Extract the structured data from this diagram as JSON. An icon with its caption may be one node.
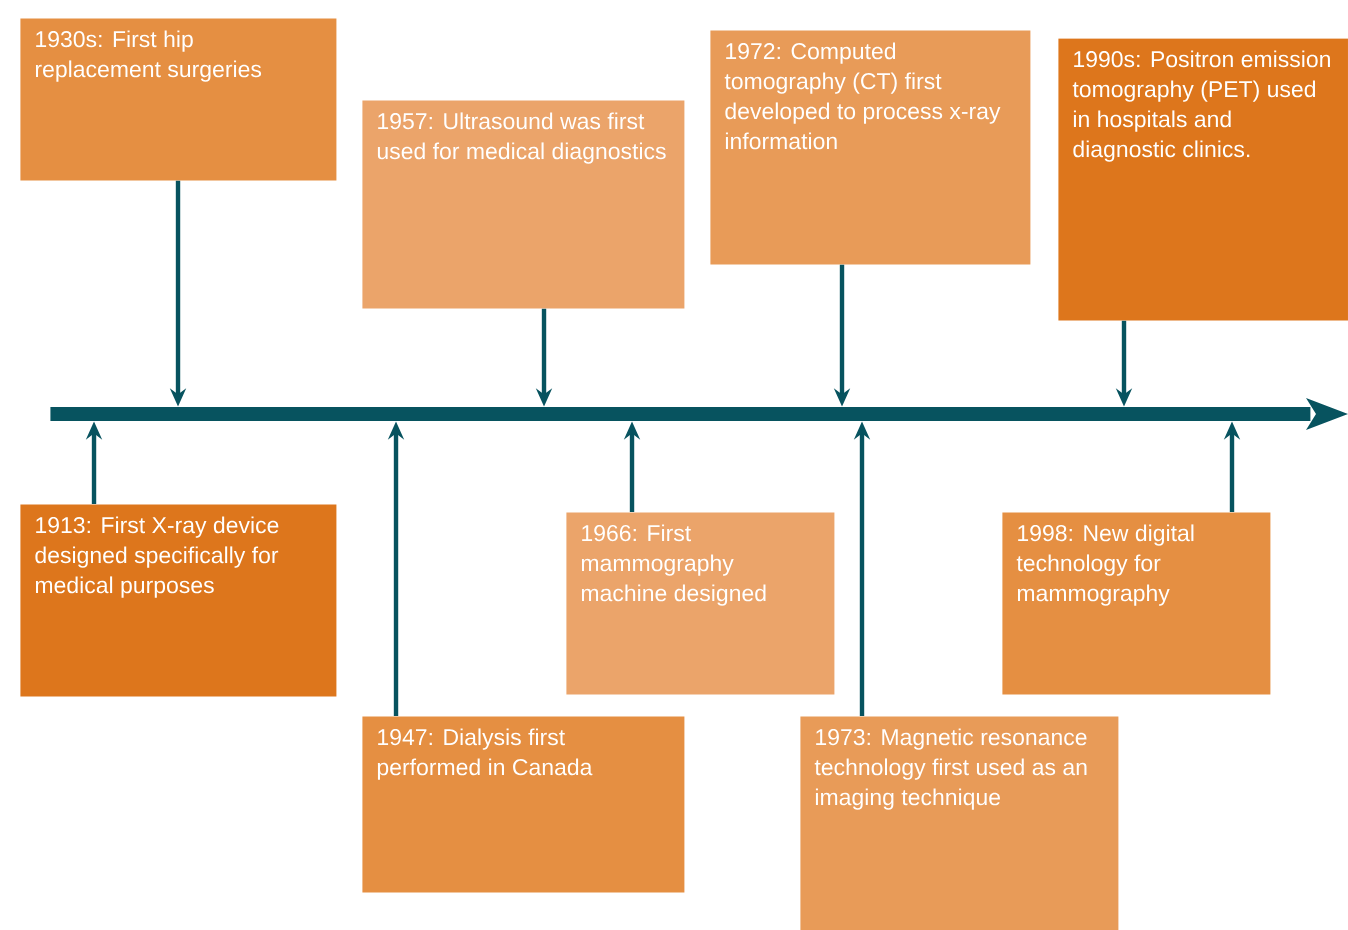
{
  "diagram": {
    "nodes": [
      {
        "text": [
          "1930s: First hip replacement surgeries"
        ]
      },
      {
        "text": [
          "1957: Ultrasound was first used for medical diagnostics"
        ]
      },
      {
        "text": [
          "1972: Computed tomography (CT) first developed to process x-ray information"
        ]
      },
      {
        "text": [
          "1990s: Positron emission tomography (PET) used in hospitals and diagnostic clinics."
        ]
      },
      {
        "text": [
          "1913: First X-ray device designed specifically for medical purposes"
        ]
      },
      {
        "text": [
          "1947: Dialysis first performed in Canada"
        ]
      },
      {
        "text": [
          "1966: First mammography machine designed"
        ]
      },
      {
        "text": [
          "1973: Magnetic resonance technology first used as an imaging technique"
        ]
      },
      {
        "text": [
          "1998: New digital technology for mammography"
        ]
      },
      {
        "text": [],
        "shape": "bar"
      }
    ],
    "edges": [
      {
        "from": 0,
        "to": 9,
        "arrow": "to"
      },
      {
        "from": 1,
        "to": 9,
        "arrow": "to"
      },
      {
        "from": 2,
        "to": 9,
        "arrow": "to"
      },
      {
        "from": 3,
        "to": 9,
        "arrow": "to"
      },
      {
        "from": 4,
        "to": 9,
        "arrow": "to"
      },
      {
        "from": 5,
        "to": 9,
        "arrow": "to"
      },
      {
        "from": 6,
        "to": 9,
        "arrow": "to"
      },
      {
        "from": 7,
        "to": 9,
        "arrow": "to"
      },
      {
        "from": 8,
        "to": 9,
        "arrow": "to"
      }
    ]
  }
}
